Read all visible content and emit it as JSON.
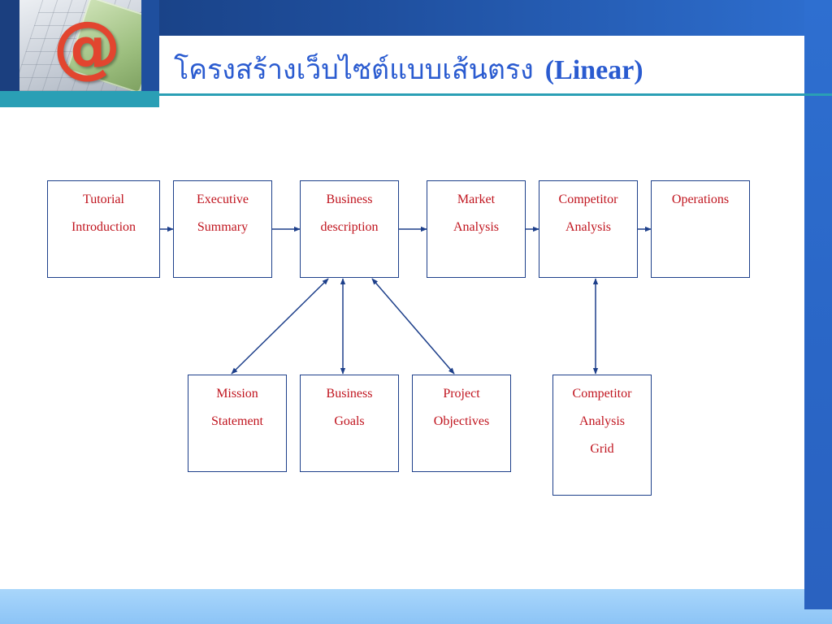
{
  "title": {
    "thai": "โครงสร้างเว็บไซต์แบบเส้นตรง",
    "english": "(Linear)"
  },
  "logo": {
    "glyph": "@",
    "icon": "email-at-logo-icon"
  },
  "diagram": {
    "top_row": [
      {
        "id": "tutorial",
        "lines": [
          "Tutorial",
          "Introduction"
        ]
      },
      {
        "id": "executive",
        "lines": [
          "Executive",
          "Summary"
        ]
      },
      {
        "id": "business",
        "lines": [
          "Business",
          "description"
        ]
      },
      {
        "id": "market",
        "lines": [
          "Market",
          "Analysis"
        ]
      },
      {
        "id": "competitor",
        "lines": [
          "Competitor",
          "Analysis"
        ]
      },
      {
        "id": "operations",
        "lines": [
          "Operations",
          ""
        ]
      }
    ],
    "bottom_row": [
      {
        "id": "mission",
        "lines": [
          "Mission",
          "Statement"
        ]
      },
      {
        "id": "goals",
        "lines": [
          "Business",
          "Goals"
        ]
      },
      {
        "id": "objectives",
        "lines": [
          "Project",
          "Objectives"
        ]
      },
      {
        "id": "grid",
        "lines": [
          "Competitor",
          "Analysis",
          "Grid"
        ]
      }
    ],
    "colors": {
      "text": "#c0141e",
      "border": "#1d3f8a",
      "arrow": "#1d3f8a",
      "title": "#2a5bd0",
      "accent": "#2a9fb5"
    }
  }
}
